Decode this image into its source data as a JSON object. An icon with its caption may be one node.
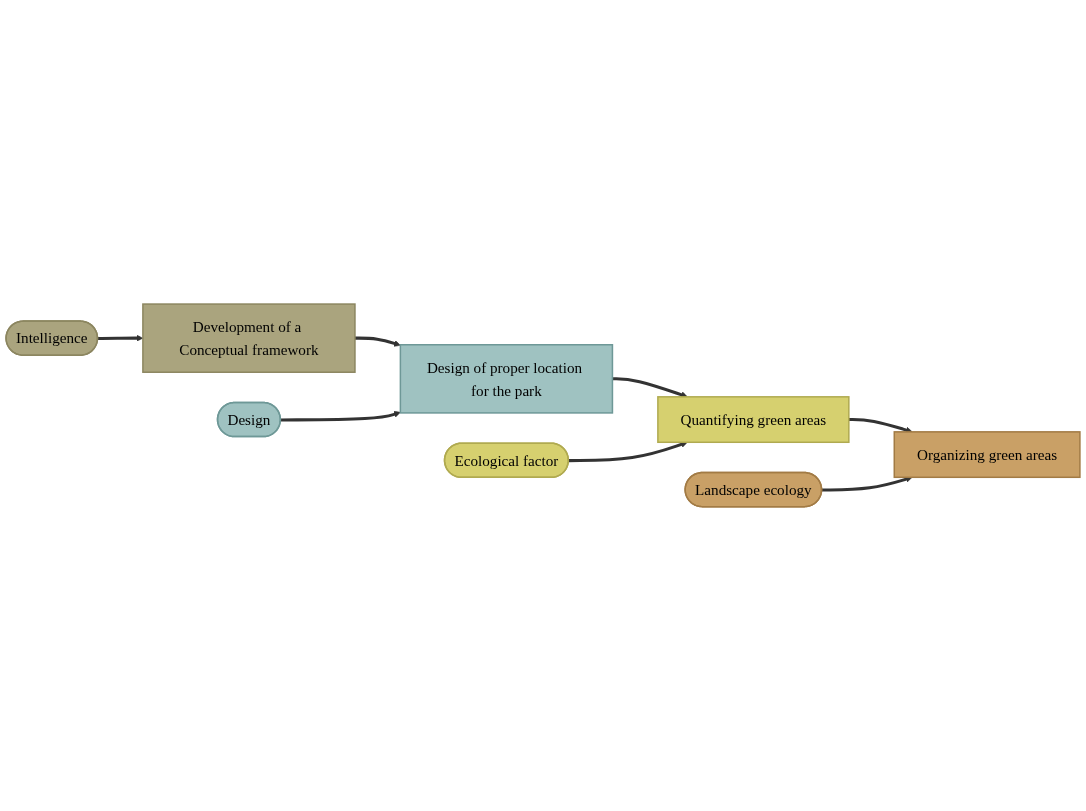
{
  "diagram": {
    "nodes": [
      {
        "text": [
          "Intelligence"
        ]
      },
      {
        "text": [
          "Development of a Conceptual framework"
        ]
      },
      {
        "text": [
          "Design"
        ]
      },
      {
        "text": [
          "Design of proper location for the park"
        ]
      },
      {
        "text": [
          "Ecological factor"
        ]
      },
      {
        "text": [
          "Quantifying green areas"
        ]
      },
      {
        "text": [
          "Landscape ecology"
        ]
      },
      {
        "text": [
          "Organizing green areas"
        ]
      }
    ],
    "edges": [
      {
        "from": 0,
        "to": 1,
        "arrow": "to"
      },
      {
        "from": 1,
        "to": 3,
        "arrow": "to"
      },
      {
        "from": 2,
        "to": 3,
        "arrow": "to"
      },
      {
        "from": 3,
        "to": 5,
        "arrow": "to"
      },
      {
        "from": 4,
        "to": 5,
        "arrow": "to"
      },
      {
        "from": 5,
        "to": 7,
        "arrow": "to"
      },
      {
        "from": 6,
        "to": 7,
        "arrow": "to"
      }
    ]
  }
}
